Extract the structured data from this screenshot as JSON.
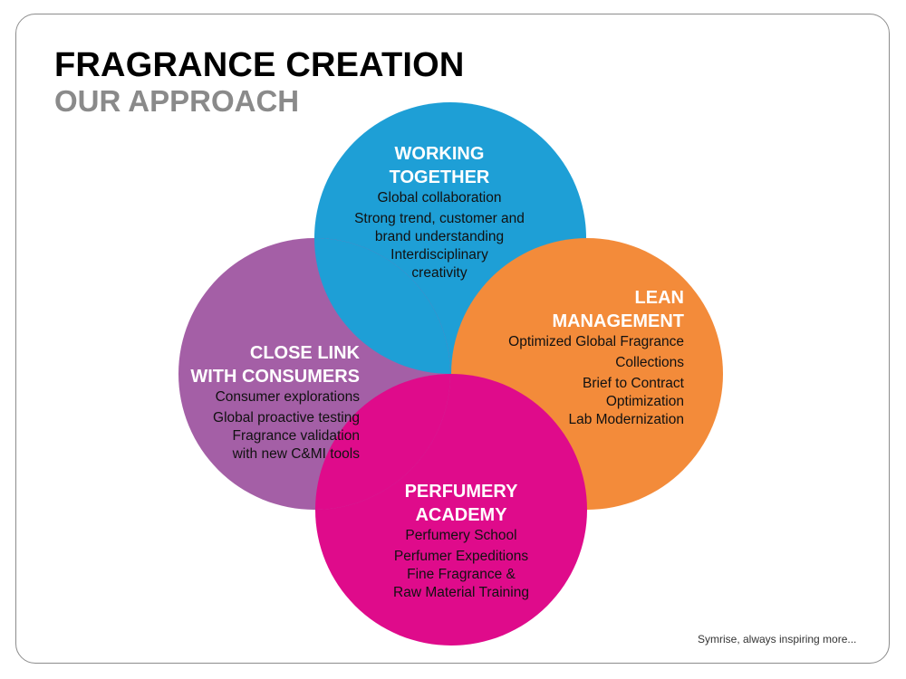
{
  "title": "FRAGRANCE CREATION",
  "subtitle": "OUR APPROACH",
  "colors": {
    "working_together": "#1e9fd6",
    "lean_management": "#f38b3a",
    "perfumery_academy": "#df0b8b",
    "close_link": "#a45fa6"
  },
  "circles": {
    "top": {
      "heading": [
        "WORKING",
        "TOGETHER"
      ],
      "items": [
        "Global collaboration",
        "Strong trend, customer and",
        "brand understanding",
        "Interdisciplinary",
        "creativity"
      ]
    },
    "right": {
      "heading": [
        "LEAN",
        "MANAGEMENT"
      ],
      "items": [
        "Optimized Global Fragrance",
        "Collections",
        "Brief to Contract",
        "Optimization",
        "Lab Modernization"
      ]
    },
    "left": {
      "heading": [
        "CLOSE LINK",
        "WITH CONSUMERS"
      ],
      "items": [
        "Consumer explorations",
        "Global proactive testing",
        "Fragrance validation",
        "with new C&MI tools"
      ]
    },
    "bottom": {
      "heading": [
        "PERFUMERY",
        "ACADEMY"
      ],
      "items": [
        "Perfumery School",
        "Perfumer Expeditions",
        "Fine Fragrance &",
        "Raw Material Training"
      ]
    }
  },
  "footer": "Symrise, always inspiring more..."
}
